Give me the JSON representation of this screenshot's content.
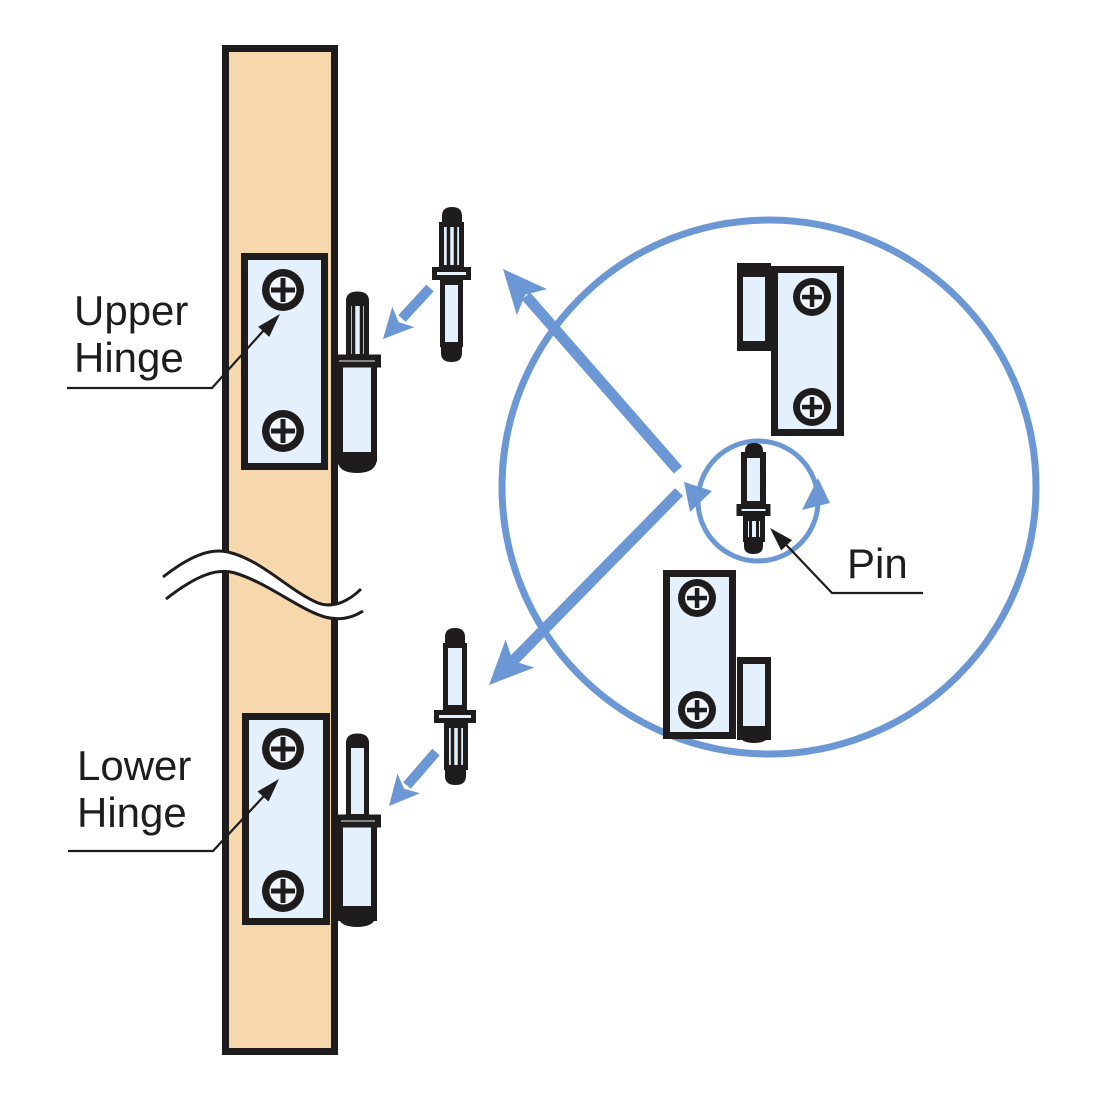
{
  "labels": {
    "upper_hinge": {
      "line1": "Upper",
      "line2": "Hinge"
    },
    "lower_hinge": {
      "line1": "Lower",
      "line2": "Hinge"
    },
    "pin": {
      "text": "Pin"
    }
  },
  "colors": {
    "background": "#FFFFFF",
    "wood": "#F7D7AC",
    "fixture": "#E4F0FB",
    "screw_face": "#F2F8FD",
    "arrow_blue": "#6B98D5",
    "outline": "#1E1C1D"
  }
}
